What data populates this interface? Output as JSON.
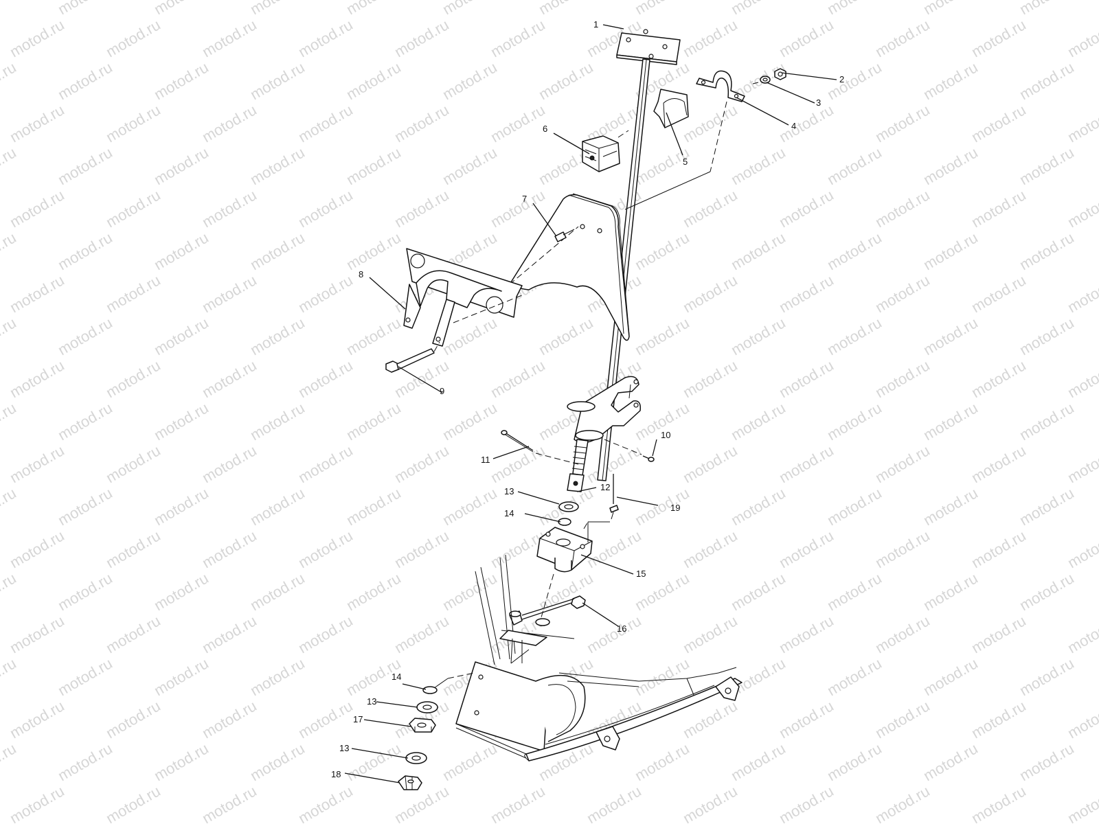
{
  "watermark": {
    "text": "motod.ru"
  },
  "callouts": [
    {
      "id": "c1",
      "label": "1"
    },
    {
      "id": "c2",
      "label": "2"
    },
    {
      "id": "c3",
      "label": "3"
    },
    {
      "id": "c4",
      "label": "4"
    },
    {
      "id": "c5",
      "label": "5"
    },
    {
      "id": "c6",
      "label": "6"
    },
    {
      "id": "c7",
      "label": "7"
    },
    {
      "id": "c8",
      "label": "8"
    },
    {
      "id": "c9",
      "label": "9"
    },
    {
      "id": "c10",
      "label": "10"
    },
    {
      "id": "c11",
      "label": "11"
    },
    {
      "id": "c12",
      "label": "12"
    },
    {
      "id": "c13a",
      "label": "13"
    },
    {
      "id": "c14a",
      "label": "14"
    },
    {
      "id": "c15",
      "label": "15"
    },
    {
      "id": "c16",
      "label": "16"
    },
    {
      "id": "c19",
      "label": "19"
    },
    {
      "id": "c14b",
      "label": "14"
    },
    {
      "id": "c13b",
      "label": "13"
    },
    {
      "id": "c17",
      "label": "17"
    },
    {
      "id": "c13c",
      "label": "13"
    },
    {
      "id": "c18",
      "label": "18"
    }
  ]
}
